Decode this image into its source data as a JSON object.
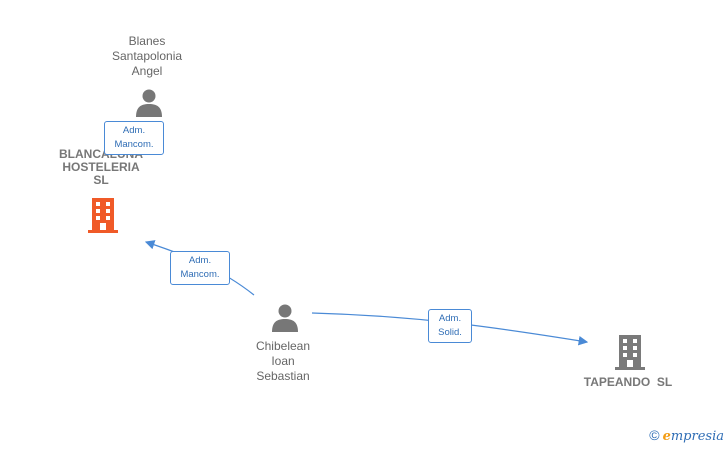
{
  "nodes": {
    "blanes": {
      "name_lines": [
        "Blanes",
        "Santapolonia",
        "Angel"
      ],
      "type": "person"
    },
    "blancaluna": {
      "name_lines": [
        "BLANCALUNA",
        "HOSTELERIA",
        "SL"
      ],
      "type": "company",
      "color": "#f05a28"
    },
    "chibelean": {
      "name_lines": [
        "Chibelean",
        "Ioan",
        "Sebastian"
      ],
      "type": "person"
    },
    "tapeando": {
      "name_lines": [
        "TAPEANDO  SL"
      ],
      "type": "company",
      "color": "#7a7a7a"
    }
  },
  "edges": {
    "blanes_blancaluna": {
      "lines": [
        "Adm.",
        "Mancom."
      ]
    },
    "chibelean_blancaluna": {
      "lines": [
        "Adm.",
        "Mancom."
      ]
    },
    "chibelean_tapeando": {
      "lines": [
        "Adm.",
        "Solid."
      ]
    }
  },
  "colors": {
    "person": "#777777",
    "edge": "#4a8ad6"
  },
  "footer": {
    "copyright_symbol": "©",
    "brand_first": "e",
    "brand_rest": "mpresia"
  }
}
